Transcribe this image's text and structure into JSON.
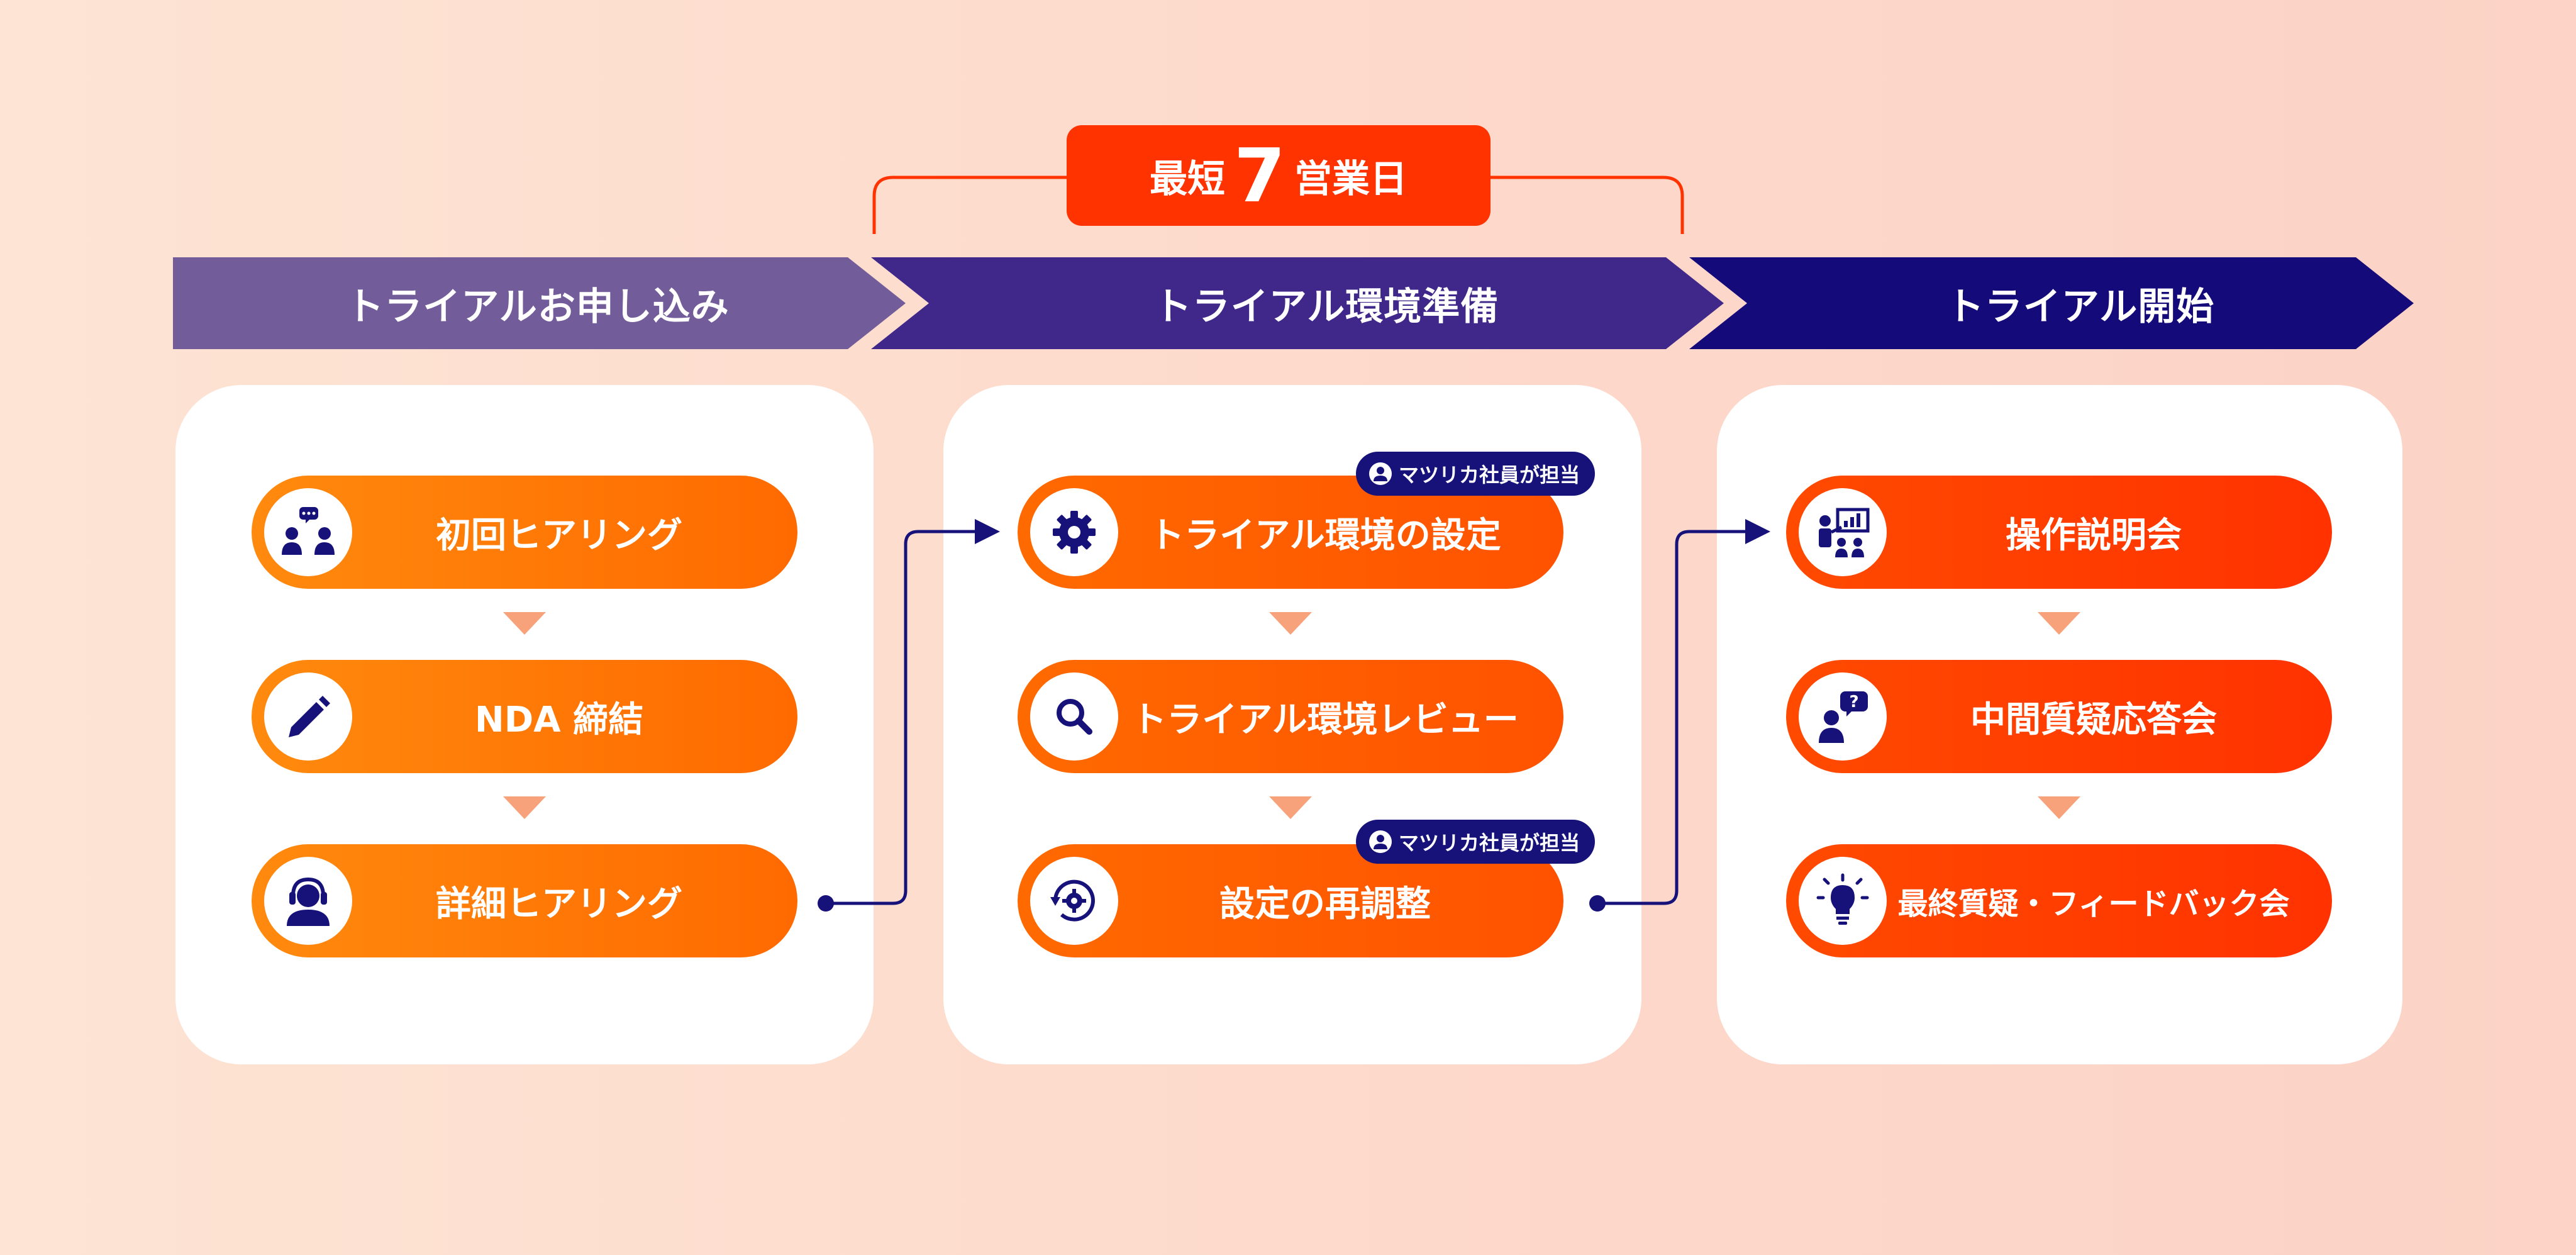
{
  "duration": {
    "prefix": "最短",
    "number": "7",
    "suffix": "営業日"
  },
  "phases": [
    {
      "label": "トライアルお申し込み",
      "color": "#725c99",
      "steps": [
        {
          "label": "初回ヒアリング",
          "icon": "meeting-chat-icon"
        },
        {
          "label": "NDA 締結",
          "icon": "pencil-icon"
        },
        {
          "label": "詳細ヒアリング",
          "icon": "headset-operator-icon"
        }
      ]
    },
    {
      "label": "トライアル環境準備",
      "color": "#3f2889",
      "steps": [
        {
          "label": "トライアル環境の設定",
          "icon": "gear-icon",
          "tag": "マツリカ社員が担当"
        },
        {
          "label": "トライアル環境レビュー",
          "icon": "search-icon"
        },
        {
          "label": "設定の再調整",
          "icon": "gear-refresh-icon",
          "tag": "マツリカ社員が担当"
        }
      ]
    },
    {
      "label": "トライアル開始",
      "color": "#150a7a",
      "steps": [
        {
          "label": "操作説明会",
          "icon": "presentation-icon"
        },
        {
          "label": "中間質疑応答会",
          "icon": "question-person-icon"
        },
        {
          "label": "最終質疑・フィードバック会",
          "icon": "lightbulb-icon"
        }
      ]
    }
  ],
  "colors": {
    "accent_red": "#ff3300",
    "navy": "#16127a",
    "arrow_triangle": "#f7a27a"
  }
}
